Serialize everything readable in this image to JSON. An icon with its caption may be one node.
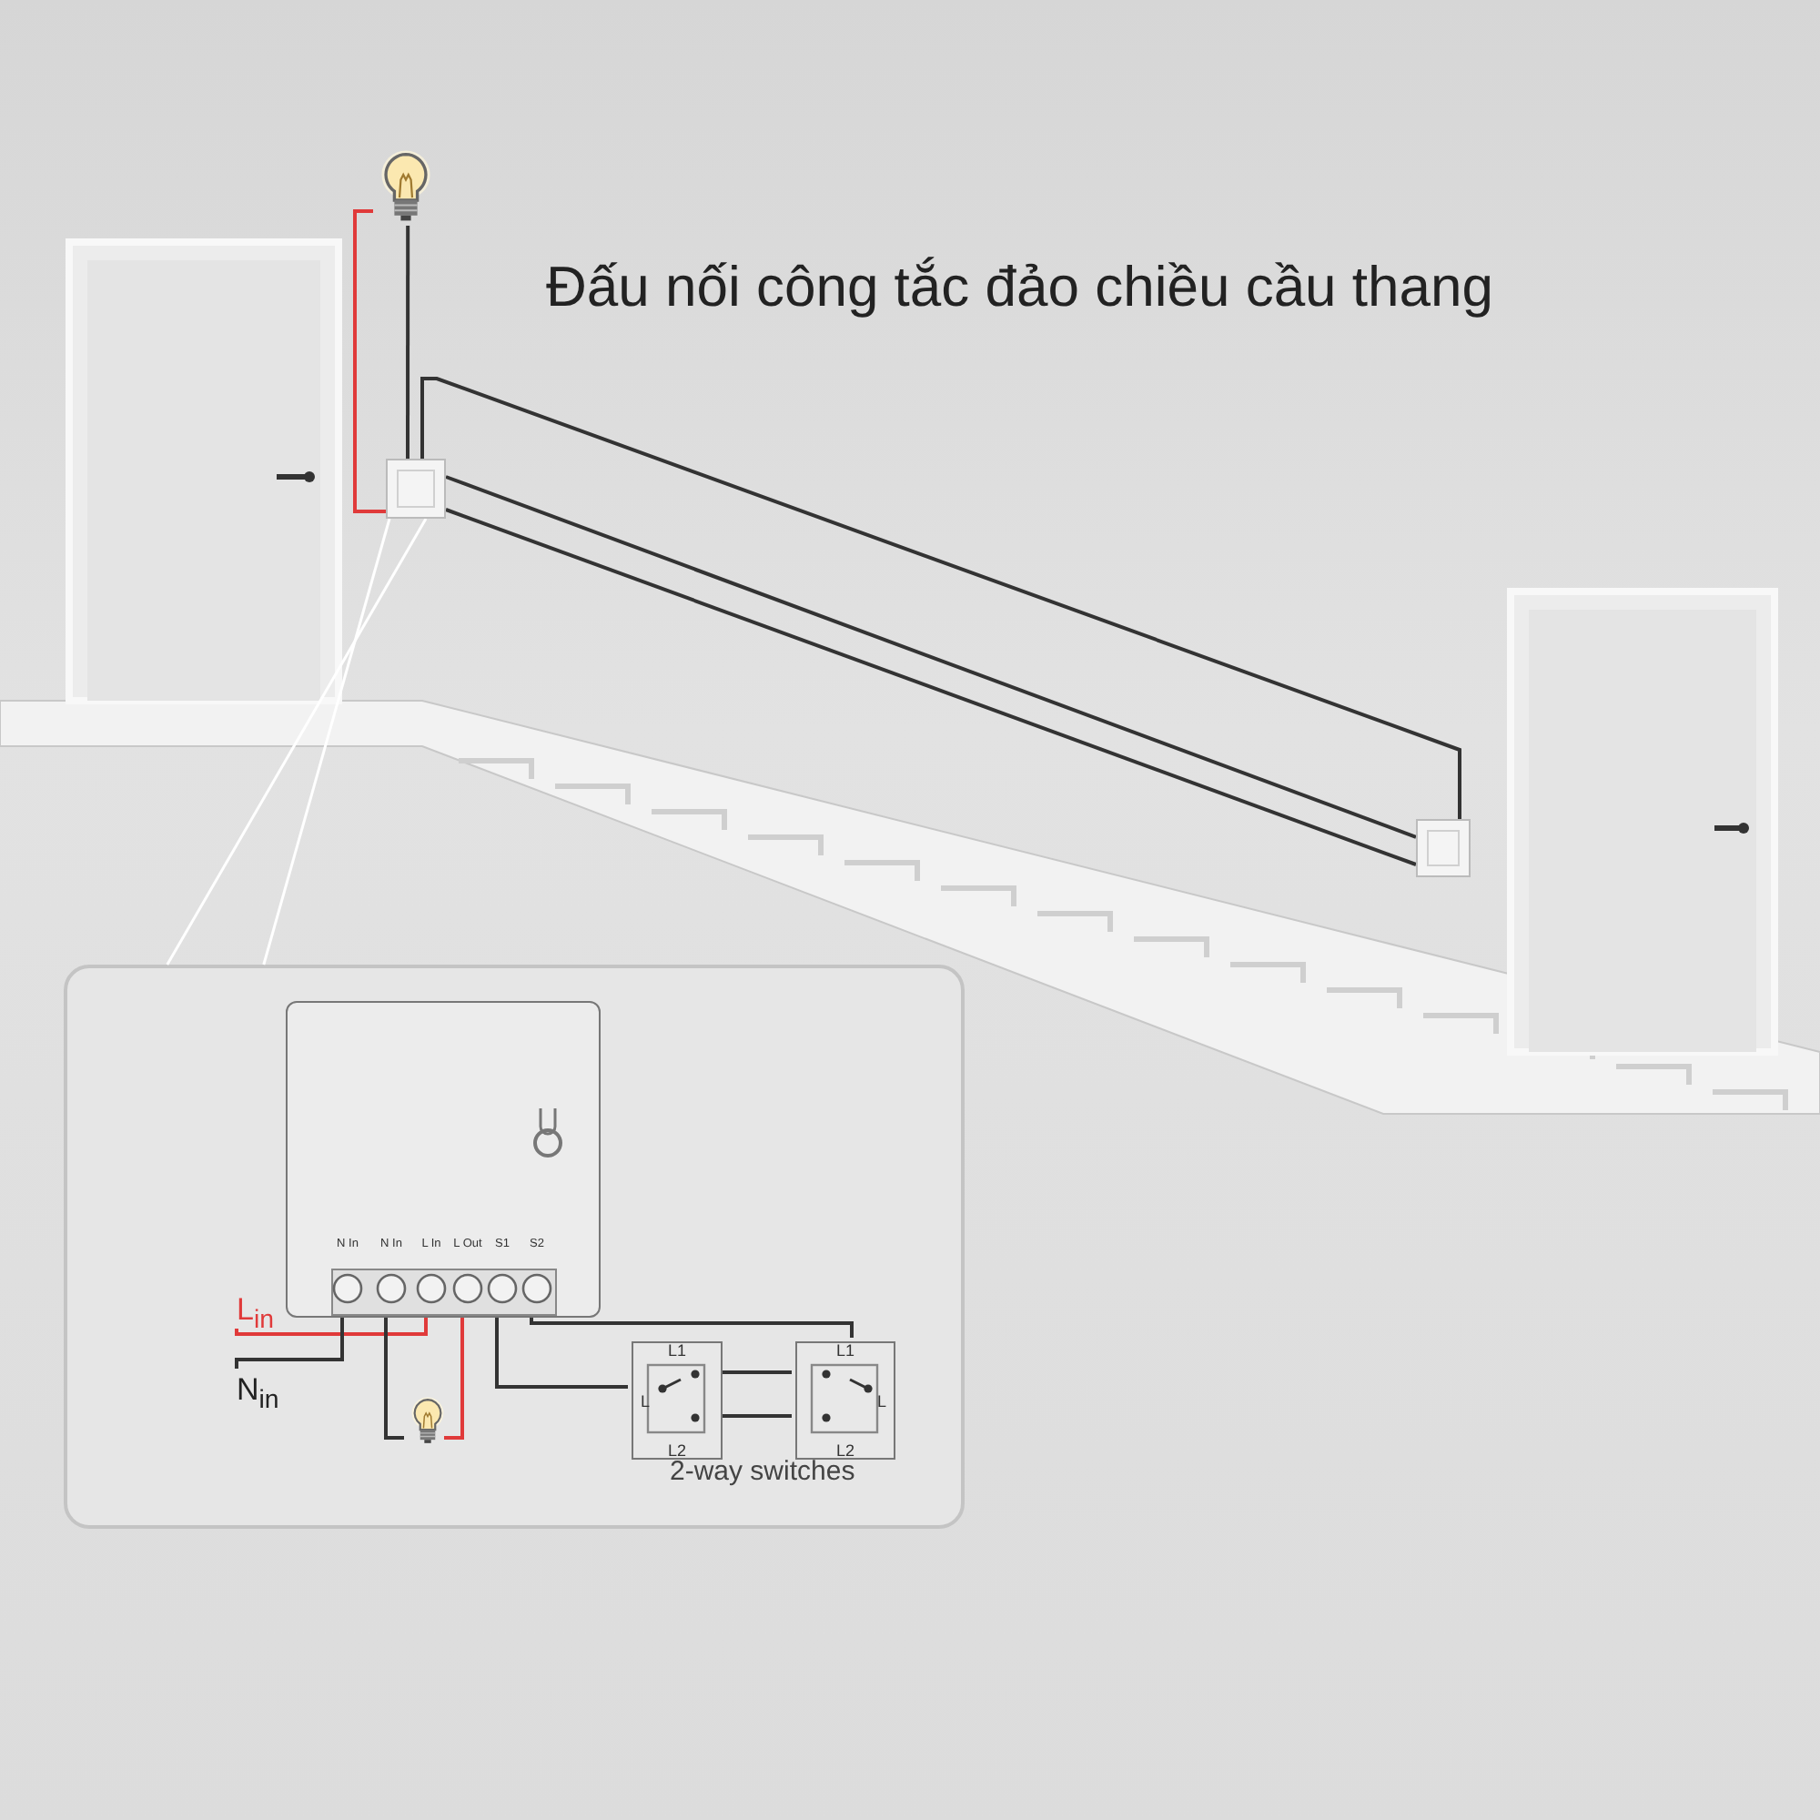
{
  "diagram": {
    "title": "Đấu nối công tắc đảo chiều cầu thang",
    "nodes": [
      {
        "text": [],
        "shape": "picture"
      },
      {
        "text": [],
        "shape": "box"
      },
      {
        "text": [],
        "shape": "box"
      },
      {
        "text": [],
        "shape": "box"
      },
      {
        "text": [],
        "shape": "box",
        "in": 3
      },
      {
        "text": [
          "N In"
        ],
        "in": 4
      },
      {
        "text": [
          "N In"
        ],
        "in": 4
      },
      {
        "text": [
          "L In"
        ],
        "in": 4
      },
      {
        "text": [
          "L Out"
        ],
        "in": 4
      },
      {
        "text": [
          "S1"
        ],
        "in": 4
      },
      {
        "text": [
          "S2"
        ],
        "in": 4
      },
      {
        "text": [
          "L$_{in}$"
        ],
        "in": 3
      },
      {
        "text": [
          "N$_{in}$"
        ],
        "in": 3
      },
      {
        "text": [],
        "shape": "picture",
        "in": 3
      },
      {
        "text": [
          "L1",
          "L",
          "L2"
        ],
        "in": 3
      },
      {
        "text": [
          "L1",
          "L",
          "L2"
        ],
        "in": 3
      }
    ],
    "edges": [
      {
        "from": 11,
        "to": 7,
        "arrow": "none",
        "color": "#e03a3a"
      },
      {
        "from": 12,
        "to": 5,
        "arrow": "none"
      },
      {
        "from": 6,
        "to": 13,
        "arrow": "none"
      },
      {
        "from": 13,
        "to": 8,
        "arrow": "none",
        "color": "#e03a3a"
      },
      {
        "from": 9,
        "to": 14,
        "arrow": "none"
      },
      {
        "from": 10,
        "to": 15,
        "arrow": "none"
      },
      {
        "from": 14,
        "to": 15,
        "arrow": "none"
      },
      {
        "from": 14,
        "to": 15,
        "arrow": "none"
      },
      {
        "from": 0,
        "to": 1,
        "arrow": "none",
        "color": "#e03a3a"
      },
      {
        "from": 0,
        "to": 1,
        "arrow": "none"
      },
      {
        "from": 1,
        "to": 2,
        "arrow": "none"
      },
      {
        "from": 1,
        "to": 2,
        "arrow": "none"
      },
      {
        "from": 1,
        "to": 2,
        "arrow": "none"
      },
      {
        "from": 1,
        "to": 3,
        "arrow": "none",
        "color": "#ffffff"
      },
      {
        "from": 1,
        "to": 3,
        "arrow": "none",
        "color": "#ffffff"
      }
    ],
    "labels": [
      "2-way switches"
    ]
  }
}
